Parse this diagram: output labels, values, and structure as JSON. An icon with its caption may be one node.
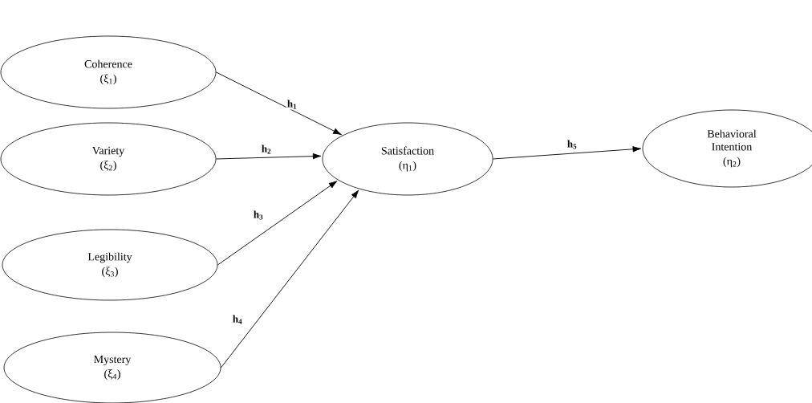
{
  "diagram": {
    "nodes": [
      {
        "text": [
          "Coherence",
          "(ξ$_{1}$)"
        ]
      },
      {
        "text": [
          "Variety",
          "(ξ$_{2}$)"
        ]
      },
      {
        "text": [
          "Legibility",
          "(ξ$_{3}$)"
        ]
      },
      {
        "text": [
          "Mystery",
          "(ξ$_{4}$)"
        ]
      },
      {
        "text": [
          "Satisfaction",
          "(η$_{1}$)"
        ]
      },
      {
        "text": [
          "Behavioral Intention",
          "(η$_{2}$)"
        ]
      }
    ],
    "edges": [
      {
        "from": 0,
        "to": 4,
        "arrow": "to",
        "label": "h$_{1}$"
      },
      {
        "from": 1,
        "to": 4,
        "arrow": "to",
        "label": "h$_{2}$"
      },
      {
        "from": 2,
        "to": 4,
        "arrow": "to",
        "label": "h$_{3}$"
      },
      {
        "from": 3,
        "to": 4,
        "arrow": "to",
        "label": "h$_{4}$"
      },
      {
        "from": 4,
        "to": 5,
        "arrow": "to",
        "label": "h$_{5}$"
      }
    ]
  }
}
